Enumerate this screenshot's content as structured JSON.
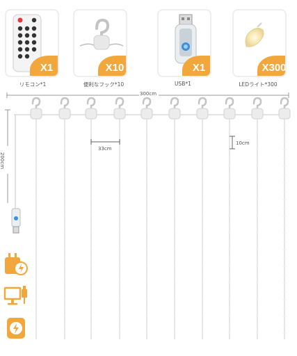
{
  "items": [
    {
      "icon": "remote-control-icon",
      "qty": "X1",
      "label": "リモコン*1"
    },
    {
      "icon": "hook-icon",
      "qty": "X10",
      "label": "便利なフック*10"
    },
    {
      "icon": "usb-controller-icon",
      "qty": "X1",
      "label": "USB*1"
    },
    {
      "icon": "led-bulb-icon",
      "qty": "X300",
      "label": "LEDライト*300"
    }
  ],
  "dimensions": {
    "width": "300cm",
    "height": "200cm",
    "strand_spacing": "33cm",
    "bulb_spacing": "10cm"
  },
  "colors": {
    "accent": "#f2a73c",
    "wire": "#d8d8d8",
    "dim_line": "#9a9a9a"
  },
  "side_icons": [
    "power-adapter-icon",
    "computer-usb-icon",
    "power-bank-icon"
  ]
}
